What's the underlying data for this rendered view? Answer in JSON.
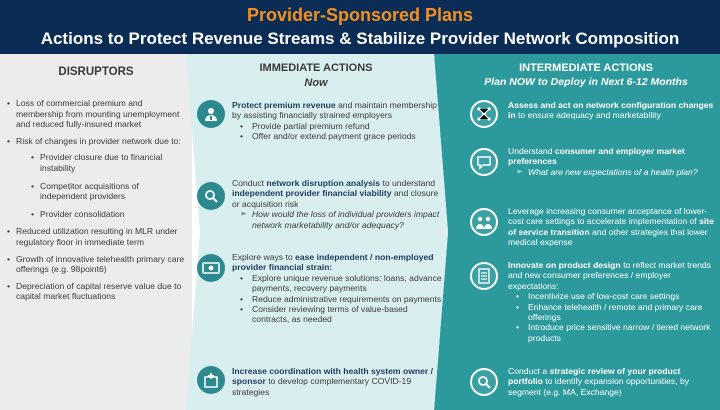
{
  "header": {
    "title": "Provider-Sponsored Plans",
    "subtitle": "Actions to Protect Revenue Streams & Stabilize Provider Network Composition"
  },
  "disruptors": {
    "heading": "DISRUPTORS",
    "items": [
      "Loss of commercial premium and membership from mounting unemployment and reduced fully-insured market",
      "Risk of changes in provider network due to:",
      "Reduced utilization resulting in MLR under regulatory floor in immediate term",
      "Growth of innovative telehealth primary care offerings (e.g. 98point6)",
      "Depreciation of capital reserve value due to capital market fluctuations"
    ],
    "network_subitems": [
      "Provider closure due to financial instability",
      "Competitor acquisitions of independent providers",
      "Provider consolidation"
    ]
  },
  "immediate": {
    "heading": "IMMEDIATE ACTIONS",
    "subheading": "Now",
    "blocks": [
      {
        "icon": "provider-icon",
        "bold": "Protect premium revenue",
        "text": " and maintain membership by assisting financially strained employers",
        "bullets": [
          "Provide partial premium refund",
          "Offer and/or extend payment grace periods"
        ]
      },
      {
        "icon": "analysis-icon",
        "pre": "Conduct ",
        "bold": "network disruption analysis",
        "mid": " to understand ",
        "bold2": "independent provider financial viability",
        "text": " and closure or acquisition risk",
        "question": "How would the loss of individual providers impact network marketability and/or adequacy?"
      },
      {
        "icon": "money-icon",
        "pre": "Explore ways to ",
        "bold": "ease independent / non-employed provider financial strain:",
        "bullets": [
          "Explore unique revenue solutions: loans, advance payments, recovery payments",
          "Reduce administrative requirements on payments",
          "Consider reviewing terms of value-based contracts, as needed"
        ]
      },
      {
        "icon": "hospital-icon",
        "bold": "Increase coordination with health system owner / sponsor",
        "text": " to develop complementary COVID-19 strategies"
      }
    ]
  },
  "intermediate": {
    "heading": "INTERMEDIATE ACTIONS",
    "subheading": "Plan NOW to Deploy in Next 6-12 Months",
    "blocks": [
      {
        "icon": "network-icon",
        "bold": "Assess and act on network configuration changes in",
        "text": " to ensure adequacy and marketability"
      },
      {
        "icon": "chat-icon",
        "pre": "Understand ",
        "bold": "consumer and employer market preferences",
        "question": "What are new expectations of a health plan?"
      },
      {
        "icon": "people-icon",
        "pre": "Leverage increasing consumer acceptance of lower-cost care settings to accelerate implementation of ",
        "bold": "site of service transition",
        "text": " and other strategies that lower medical expense"
      },
      {
        "icon": "checklist-icon",
        "bold": "Innovate on product design",
        "text": " to reflect market trends and new consumer preferences / employer expectations:",
        "bullets": [
          "Incentivize use of low-cost care settings",
          "Enhance telehealth / remote and primary care offerings",
          "Introduce price sensitive narrow / tiered network products"
        ]
      },
      {
        "icon": "search-icon",
        "pre": "Conduct a ",
        "bold": "strategic review of your product portfolio",
        "text": " to identify expansion opportunities, by segment (e.g. MA, Exchange)"
      }
    ]
  },
  "colors": {
    "header_bg": "#0b2d55",
    "title_orange": "#f3901f",
    "disruptors_bg": "#ececec",
    "immediate_bg": "#d9eeee",
    "intermediate_bg": "#2c9a9d"
  }
}
